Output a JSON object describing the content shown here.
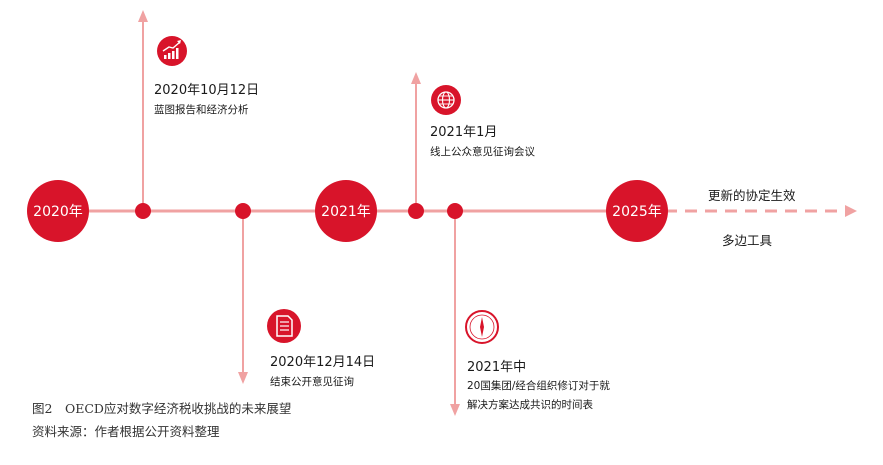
{
  "colors": {
    "red": "#d8142a",
    "pink_line": "#f0a2a2",
    "text": "#1a1a1a"
  },
  "years": [
    "2020年",
    "2021年",
    "2025年"
  ],
  "events": [
    {
      "date": "2020年10月12日",
      "desc": "蓝图报告和经济分析",
      "icon": "chart-trend-icon"
    },
    {
      "date": "2020年12月14日",
      "desc": "结束公开意见征询",
      "icon": "document-icon"
    },
    {
      "date": "2021年1月",
      "desc": "线上公众意见征询会议",
      "icon": "globe-icon"
    },
    {
      "date": "2021年中",
      "desc_lines": [
        "20国集团/经合组织修订对于就",
        "解决方案达成共识的时间表"
      ],
      "icon": "compass-icon"
    }
  ],
  "future": {
    "line1": "更新的协定生效",
    "line2": "多边工具"
  },
  "caption": {
    "title": "图2　OECD应对数字经济税收挑战的未来展望",
    "source": "资料来源：作者根据公开资料整理"
  }
}
